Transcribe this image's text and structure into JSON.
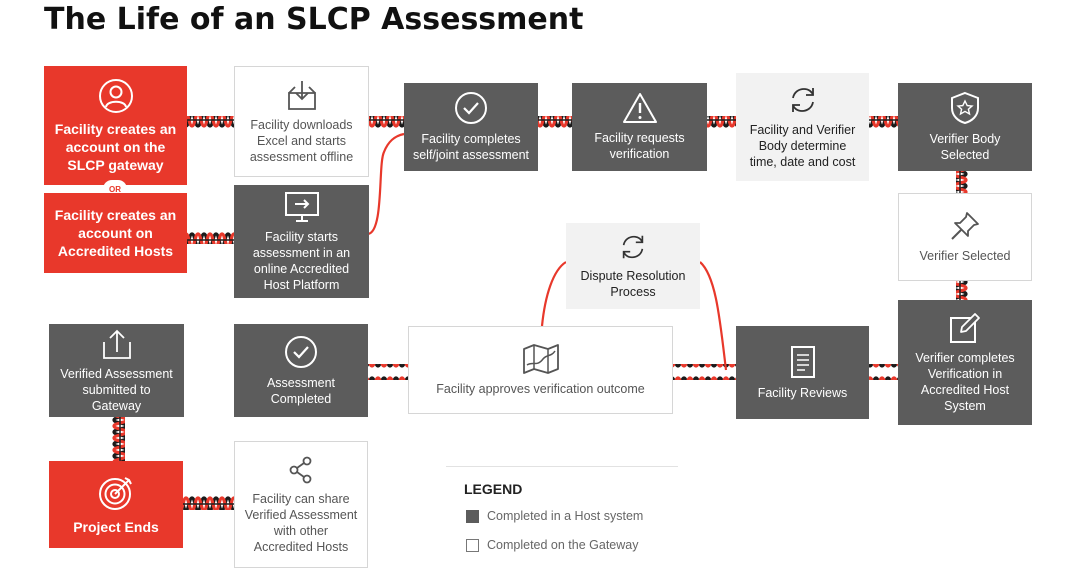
{
  "title": "The Life of an SLCP Assessment",
  "steps": {
    "facility_creates_gateway": "Facility creates an account on the SLCP gateway",
    "or": "OR",
    "facility_creates_hosts": "Facility creates an account on Accredited Hosts",
    "facility_downloads": "Facility downloads Excel and starts assessment offline",
    "facility_starts_online": "Facility starts assessment in an online Accredited Host Platform",
    "facility_completes": "Facility completes self/joint assessment",
    "facility_requests": "Facility requests verification",
    "determine_time": "Facility and Verifier Body determine time, date and cost",
    "verifier_body_selected": "Verifier Body Selected",
    "verifier_selected": "Verifier Selected",
    "verifier_completes": "Verifier completes Verification in Accredited Host System",
    "facility_reviews": "Facility Reviews",
    "dispute_resolution": "Dispute Resolution Process",
    "facility_approves": "Facility approves verification outcome",
    "assessment_completed": "Assessment Completed",
    "verified_submitted": "Verified Assessment submitted to Gateway",
    "project_ends": "Project Ends",
    "facility_share": "Facility can share Verified Assessment with other Accredited Hosts"
  },
  "legend": {
    "title": "LEGEND",
    "host_system": "Completed in a Host system",
    "gateway": "Completed on the Gateway"
  },
  "colors": {
    "red": "#e8382b",
    "gray": "#5c5c5c",
    "black_wire": "#1a1a1a",
    "light": "#f2f2f2"
  }
}
